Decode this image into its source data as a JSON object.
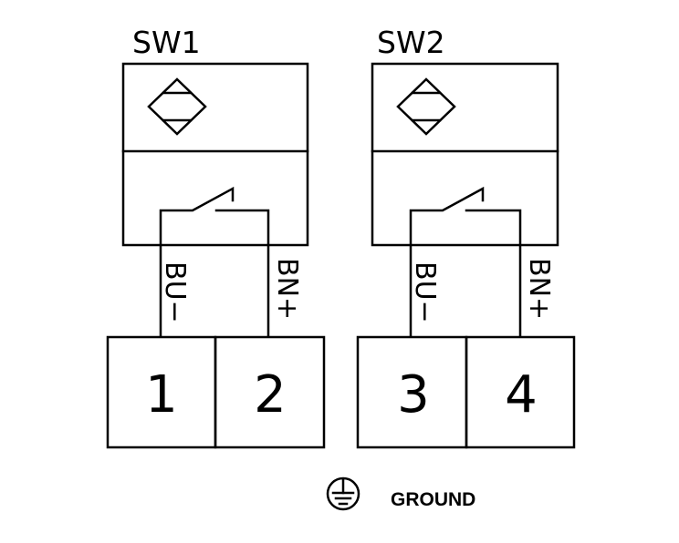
{
  "switches": [
    {
      "title": "SW1",
      "wire_left": "BU−",
      "wire_right": "BN+"
    },
    {
      "title": "SW2",
      "wire_left": "BU−",
      "wire_right": "BN+"
    }
  ],
  "terminals": [
    "1",
    "2",
    "3",
    "4"
  ],
  "ground": {
    "label": "GROUND",
    "icon": "ground-symbol"
  },
  "colors": {
    "line": "#000000",
    "background": "#ffffff"
  }
}
